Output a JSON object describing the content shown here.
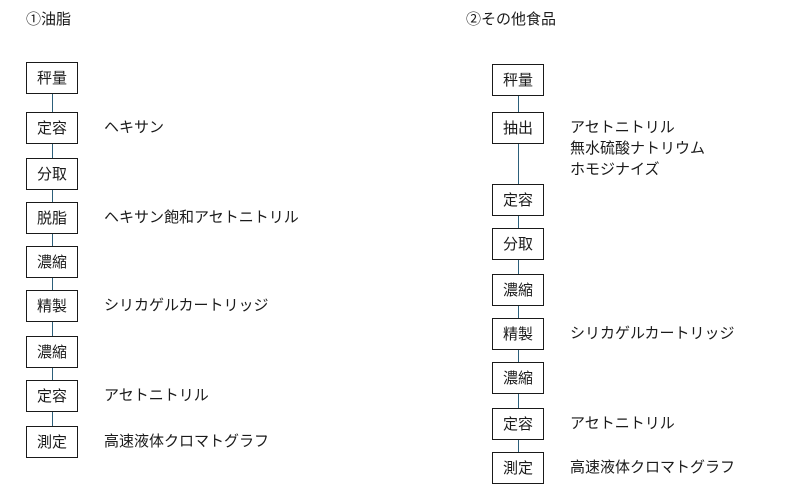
{
  "left": {
    "title": "①油脂",
    "steps": [
      {
        "label": "秤量",
        "note": ""
      },
      {
        "label": "定容",
        "note": "ヘキサン"
      },
      {
        "label": "分取",
        "note": ""
      },
      {
        "label": "脱脂",
        "note": "ヘキサン飽和アセトニトリル"
      },
      {
        "label": "濃縮",
        "note": ""
      },
      {
        "label": "精製",
        "note": "シリカゲルカートリッジ"
      },
      {
        "label": "濃縮",
        "note": ""
      },
      {
        "label": "定容",
        "note": "アセトニトリル"
      },
      {
        "label": "測定",
        "note": "高速液体クロマトグラフ"
      }
    ]
  },
  "right": {
    "title": "②その他食品",
    "steps": [
      {
        "label": "秤量",
        "note": ""
      },
      {
        "label": "抽出",
        "note": "アセトニトリル\n無水硫酸ナトリウム\nホモジナイズ"
      },
      {
        "label": "定容",
        "note": ""
      },
      {
        "label": "分取",
        "note": ""
      },
      {
        "label": "濃縮",
        "note": ""
      },
      {
        "label": "精製",
        "note": "シリカゲルカートリッジ"
      },
      {
        "label": "濃縮",
        "note": ""
      },
      {
        "label": "定容",
        "note": "アセトニトリル"
      },
      {
        "label": "測定",
        "note": "高速液体クロマトグラフ"
      }
    ]
  }
}
